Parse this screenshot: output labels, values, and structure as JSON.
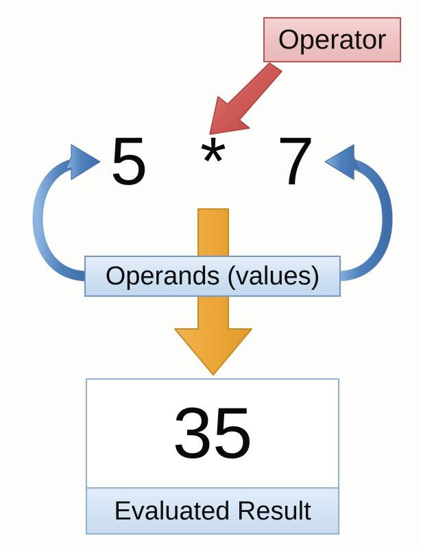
{
  "diagram": {
    "title": "Expression evaluation diagram",
    "background_color": "#fdfdfb"
  },
  "operator_callout": {
    "label": "Operator",
    "fill_color": "#eec3c3",
    "border_color": "#c0504d",
    "arrow_color": "#c0504d",
    "arrow_name": "operator-pointer-arrow"
  },
  "expression": {
    "left_operand": "5",
    "operator_symbol": "*",
    "right_operand": "7",
    "text_color": "#0a0a0a"
  },
  "operands_callout": {
    "label": "Operands (values)",
    "fill_color": "#cfe0f2",
    "border_color": "#7296c4",
    "arrow_color": "#4f81bd",
    "left_arrow_name": "operand-left-curved-arrow",
    "right_arrow_name": "operand-right-curved-arrow"
  },
  "evaluation_arrow": {
    "color": "#eda93a",
    "border_color": "#c98a22",
    "direction": "down",
    "name": "evaluate-down-arrow"
  },
  "result": {
    "value": "35",
    "caption": "Evaluated Result",
    "fill_color": "#ffffff",
    "caption_fill_color": "#d2e2f3",
    "border_color": "#8fb0d3"
  }
}
